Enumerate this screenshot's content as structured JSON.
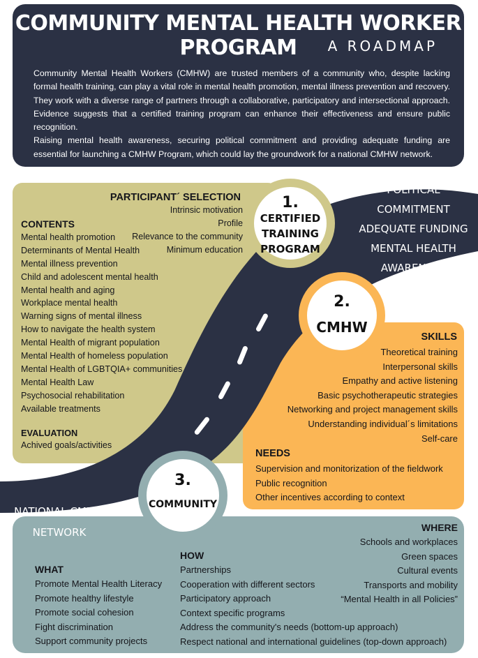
{
  "header": {
    "title": "COMMUNITY MENTAL HEALTH WORKER PROGRAM",
    "subtitle": "A ROADMAP",
    "intro_p1": "Community Mental Health Workers (CMHW) are trusted members of a community who, despite lacking formal health training, can play a vital role in mental health promotion, mental illness prevention and recovery. They work with a diverse range of partners through a collaborative, participatory and intersectional approach. Evidence suggests that a certified training program can enhance their effectiveness and ensure public recognition.",
    "intro_p2": "Raising mental health awareness, securing political commitment and providing adequate funding are essential for launching a CMHW Program, which could lay the groundwork for a national CMHW network."
  },
  "prerequisites": [
    "POLITICAL COMMITMENT",
    "ADEQUATE FUNDING",
    "MENTAL HEALTH AWARENESS"
  ],
  "network_label": [
    "NATIONAL CMHW",
    "NETWORK"
  ],
  "step1": {
    "number": "1.",
    "label_lines": [
      "CERTIFIED",
      "TRAINING",
      "PROGRAM"
    ],
    "selection_heading": "PARTICIPANT´ SELECTION",
    "selection_items": [
      "Intrinsic motivation",
      "Profile",
      "Relevance to the community",
      "Minimum education"
    ],
    "contents_heading": "CONTENTS",
    "contents_items": [
      "Mental health promotion",
      "Determinants of Mental Health",
      "Mental illness prevention",
      "Child and adolescent mental health",
      "Mental health and aging",
      "Workplace mental health",
      "Warning signs of mental illness",
      "How to navigate the health system",
      "Mental Health of migrant population",
      "Mental Health of homeless population",
      "Mental Health of LGBTQIA+ communities",
      "Mental Health Law",
      "Psychosocial rehabilitation",
      "Available treatments"
    ],
    "evaluation_heading": "EVALUATION",
    "evaluation_items": [
      "Achived goals/activities"
    ]
  },
  "step2": {
    "number": "2.",
    "label": "CMHW",
    "skills_heading": "SKILLS",
    "skills_items": [
      "Theoretical training",
      "Interpersonal skills",
      "Empathy and active listening",
      "Basic psychotherapeutic strategies",
      "Networking and project management skills",
      "Understanding individual´s limitations",
      "Self-care"
    ],
    "needs_heading": "NEEDS",
    "needs_items": [
      "Supervision and monitorization of the fieldwork",
      "Public recognition",
      "Other incentives according to context"
    ]
  },
  "step3": {
    "number": "3.",
    "label": "COMMUNITY",
    "what_heading": "WHAT",
    "what_items": [
      "Promote Mental Health Literacy",
      "Promote healthy lifestyle",
      "Promote social cohesion",
      "Fight discrimination",
      "Support community projects"
    ],
    "how_heading": "HOW",
    "how_items": [
      "Partnerships",
      "Cooperation with different sectors",
      "Participatory approach",
      "Context specific programs",
      "Address the community's needs (bottom-up  approach)",
      "Respect national and international guidelines (top-down approach)"
    ],
    "where_heading": "WHERE",
    "where_items": [
      "Schools and workplaces",
      "Green spaces",
      "Cultural events",
      "Transports and mobility",
      "“Mental Health in all Policies”"
    ]
  },
  "colors": {
    "navy": "#2b3144",
    "olive": "#cfc88a",
    "orange": "#fbb655",
    "slate_blue": "#93aeb0",
    "road_stripe": "#ffffff"
  }
}
